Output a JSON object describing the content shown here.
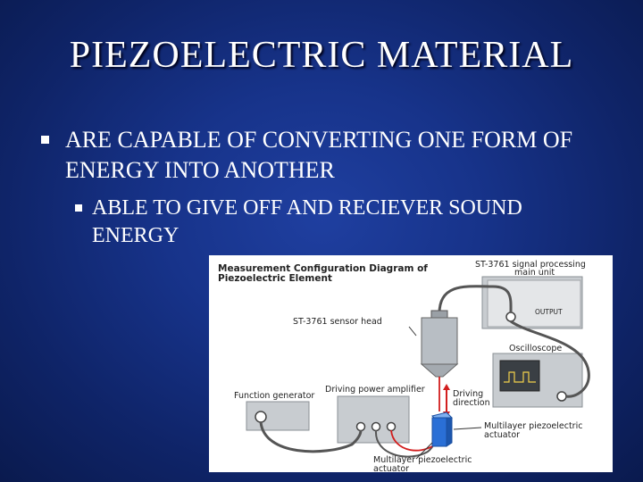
{
  "slide": {
    "title": "PIEZOELECTRIC MATERIAL",
    "bullet_1": "ARE CAPABLE OF CONVERTING ONE FORM OF ENERGY INTO ANOTHER",
    "bullet_2": "ABLE TO GIVE OFF AND RECIEVER SOUND ENERGY"
  },
  "diagram": {
    "title_line1": "Measurement Configuration Diagram of",
    "title_line2": "Piezoelectric Element",
    "main_unit_line1": "ST-3761 signal processing",
    "main_unit_line2": "main unit",
    "output_label": "OUTPUT",
    "sensor_head": "ST-3761 sensor head",
    "oscilloscope": "Oscilloscope",
    "function_generator": "Function generator",
    "driving_power_amplifier": "Driving power amplifier",
    "driving_direction_line1": "Driving",
    "driving_direction_line2": "direction",
    "actuator_right_line1": "Multilayer piezoelectric",
    "actuator_right_line2": "actuator",
    "actuator_bottom_line1": "Multilayer piezoelectric",
    "actuator_bottom_line2": "actuator"
  },
  "colors": {
    "background": "#17338a",
    "text": "#ffffff",
    "device_fill": "#d6d9dc",
    "cable": "#555555",
    "signal_wire": "#d21e1e",
    "actuator": "#2a6fd6"
  }
}
